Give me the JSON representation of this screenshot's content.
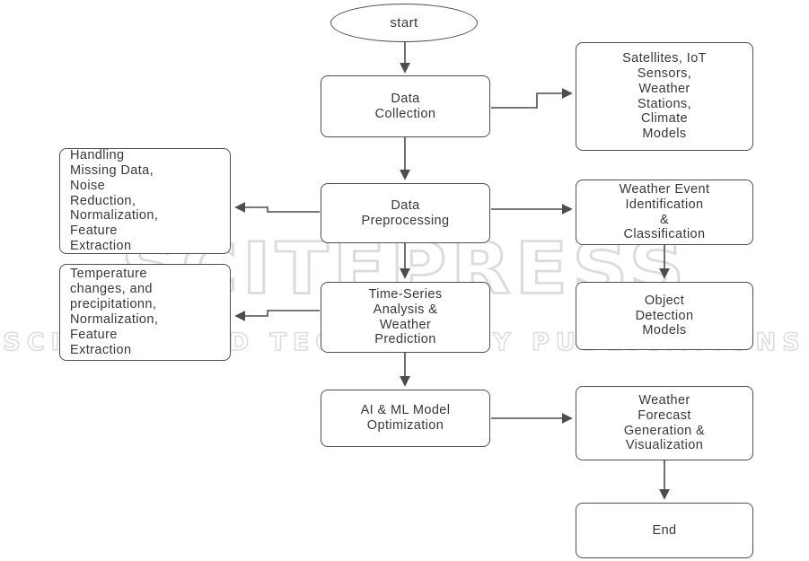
{
  "watermark": {
    "line1": "SCITEPRESS",
    "line2": "SCIENCE AND TECHNOLOGY PUBLICATIONS"
  },
  "colors": {
    "background": "#ffffff",
    "node_border": "#4d4d4d",
    "node_text": "#383838",
    "arrow": "#4d4d4d",
    "watermark": "#dcdcdc"
  },
  "nodes": {
    "start": {
      "label": "start",
      "shape": "ellipse"
    },
    "data_collection": {
      "label": "Data\nCollection",
      "shape": "rect"
    },
    "satellites_sources": {
      "label": "Satellites, IoT\nSensors,\nWeather\nStations,\nClimate\nModels",
      "shape": "rect"
    },
    "handling_missing": {
      "label": "Handling\nMissing Data,\nNoise\nReduction,\nNormalization,\nFeature\nExtraction",
      "shape": "rect"
    },
    "data_preprocessing": {
      "label": "Data\nPreprocessing",
      "shape": "rect"
    },
    "weather_event": {
      "label": "Weather Event\nIdentification\n&\nClassification",
      "shape": "rect"
    },
    "temperature_changes": {
      "label": "Temperature\nchanges, and\nprecipitationn,\nNormalization,\nFeature\nExtraction",
      "shape": "rect"
    },
    "time_series": {
      "label": "Time-Series\nAnalysis &\nWeather\nPrediction",
      "shape": "rect"
    },
    "object_detection": {
      "label": "Object\nDetection\nModels",
      "shape": "rect"
    },
    "ai_ml_optimization": {
      "label": "AI & ML Model\nOptimization",
      "shape": "rect"
    },
    "weather_forecast": {
      "label": "Weather\nForecast\nGeneration &\nVisualization",
      "shape": "rect"
    },
    "end": {
      "label": "End",
      "shape": "rect"
    }
  },
  "edges": [
    {
      "from": "start",
      "to": "data_collection"
    },
    {
      "from": "data_collection",
      "to": "satellites_sources"
    },
    {
      "from": "data_collection",
      "to": "data_preprocessing"
    },
    {
      "from": "data_preprocessing",
      "to": "handling_missing"
    },
    {
      "from": "data_preprocessing",
      "to": "weather_event"
    },
    {
      "from": "weather_event",
      "to": "object_detection"
    },
    {
      "from": "data_preprocessing",
      "to": "time_series"
    },
    {
      "from": "time_series",
      "to": "temperature_changes"
    },
    {
      "from": "time_series",
      "to": "ai_ml_optimization"
    },
    {
      "from": "ai_ml_optimization",
      "to": "weather_forecast"
    },
    {
      "from": "weather_forecast",
      "to": "end"
    }
  ]
}
